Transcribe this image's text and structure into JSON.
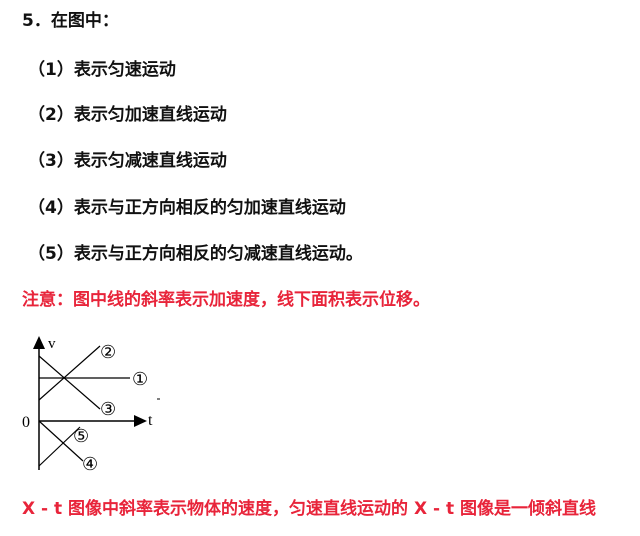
{
  "question": {
    "title": "5．在图中：",
    "items": [
      "（1）表示匀速运动",
      "（2）表示匀加速直线运动",
      "（3）表示匀减速直线运动",
      "（4）表示与正方向相反的匀加速直线运动",
      "（5）表示与正方向相反的匀减速直线运动。"
    ]
  },
  "note": "注意：图中线的斜率表示加速度，线下面积表示位移。",
  "diagram": {
    "y_axis_label": "v",
    "x_axis_label": "t",
    "origin_label": "0",
    "line_labels": [
      "①",
      "②",
      "③",
      "④",
      "⑤"
    ]
  },
  "footer": "X - t 图像中斜率表示物体的速度，匀速直线运动的 X - t 图像是一倾斜直线",
  "colors": {
    "text": "#111111",
    "accent": "#e8243a"
  }
}
